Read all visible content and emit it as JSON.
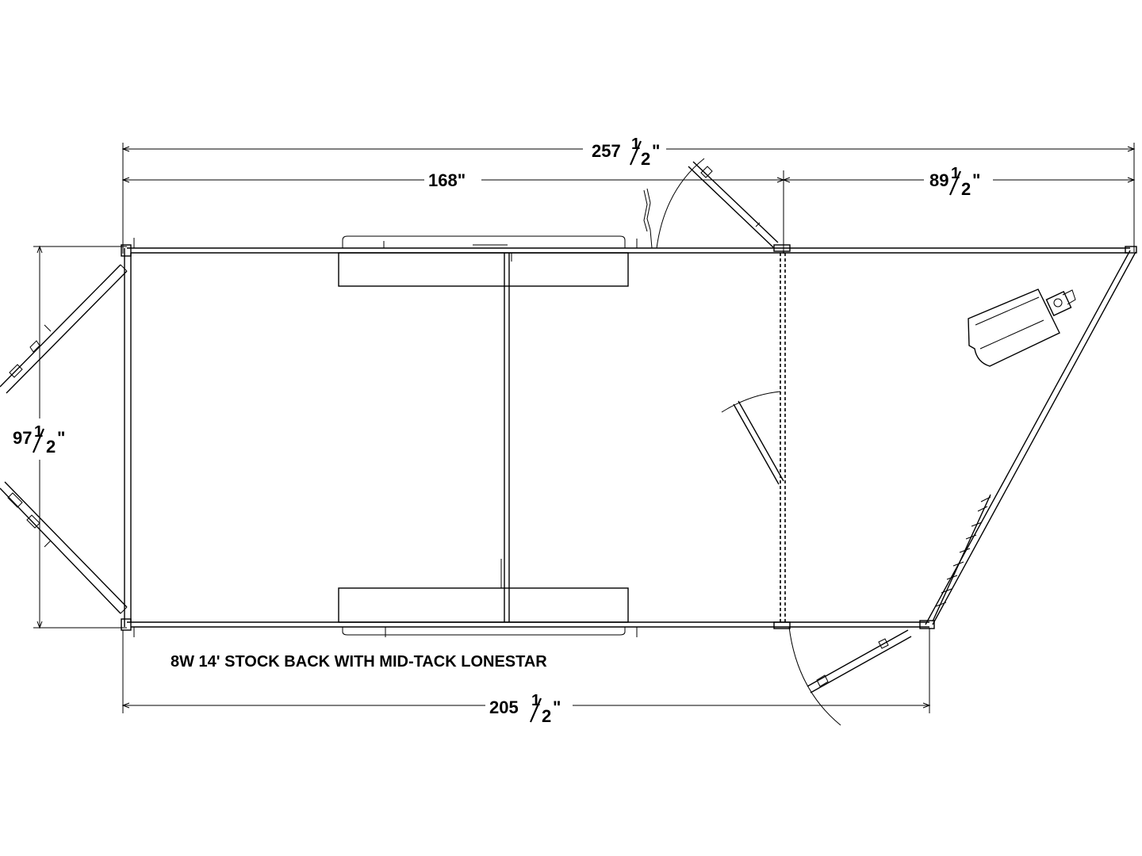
{
  "dimensions": {
    "overall_length": {
      "whole": "257",
      "num": "1",
      "den": "2",
      "unit": "\""
    },
    "front_section": {
      "value": "168\""
    },
    "rear_section": {
      "whole": "89",
      "num": "1",
      "den": "2",
      "unit": "\""
    },
    "width": {
      "whole": "97",
      "num": "1",
      "den": "2",
      "unit": "\""
    },
    "bottom_length": {
      "whole": "205",
      "num": "1",
      "den": "2",
      "unit": "\""
    }
  },
  "caption": "8W 14' STOCK BACK WITH MID-TACK LONESTAR"
}
